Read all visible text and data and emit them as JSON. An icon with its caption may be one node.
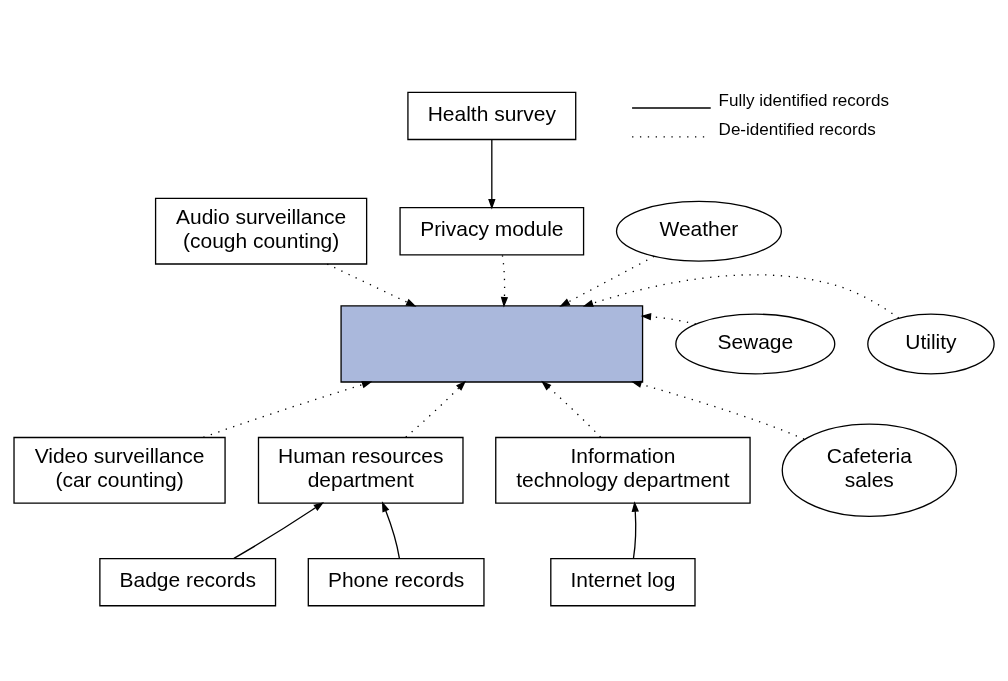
{
  "diagram": {
    "nodes": [
      {
        "text": [
          "Health survey"
        ]
      },
      {
        "text": [
          "Privacy module"
        ]
      },
      {
        "text": [
          "Audio surveillance (cough counting)"
        ]
      },
      {
        "text": [],
        "shape": "box"
      },
      {
        "text": [
          "Weather"
        ]
      },
      {
        "text": [
          "Sewage"
        ]
      },
      {
        "text": [
          "Utility"
        ]
      },
      {
        "text": [
          "Cafeteria sales"
        ]
      },
      {
        "text": [
          "Video surveillance (car counting)"
        ]
      },
      {
        "text": [
          "Human resources department"
        ]
      },
      {
        "text": [
          "Information technology department"
        ]
      },
      {
        "text": [
          "Badge records"
        ]
      },
      {
        "text": [
          "Phone records"
        ]
      },
      {
        "text": [
          "Internet log"
        ]
      }
    ],
    "edges": [
      {
        "from": 0,
        "to": 1,
        "arrow": "to"
      },
      {
        "from": 1,
        "to": 3,
        "arrow": "to",
        "style": "dashed"
      },
      {
        "from": 2,
        "to": 3,
        "arrow": "to",
        "style": "dashed"
      },
      {
        "from": 8,
        "to": 3,
        "arrow": "to",
        "style": "dashed"
      },
      {
        "from": 4,
        "to": 3,
        "arrow": "to",
        "style": "dashed"
      },
      {
        "from": 5,
        "to": 3,
        "arrow": "to",
        "style": "dashed"
      },
      {
        "from": 6,
        "to": 3,
        "arrow": "to",
        "style": "dashed"
      },
      {
        "from": 7,
        "to": 3,
        "arrow": "to",
        "style": "dashed"
      },
      {
        "from": 9,
        "to": 3,
        "arrow": "to",
        "style": "dashed"
      },
      {
        "from": 10,
        "to": 3,
        "arrow": "to",
        "style": "dashed"
      },
      {
        "from": 11,
        "to": 9,
        "arrow": "to"
      },
      {
        "from": 12,
        "to": 9,
        "arrow": "to"
      },
      {
        "from": 13,
        "to": 10,
        "arrow": "to"
      }
    ],
    "legend": [
      {
        "text": "Fully identified records"
      },
      {
        "text": "De-identified records"
      }
    ]
  }
}
